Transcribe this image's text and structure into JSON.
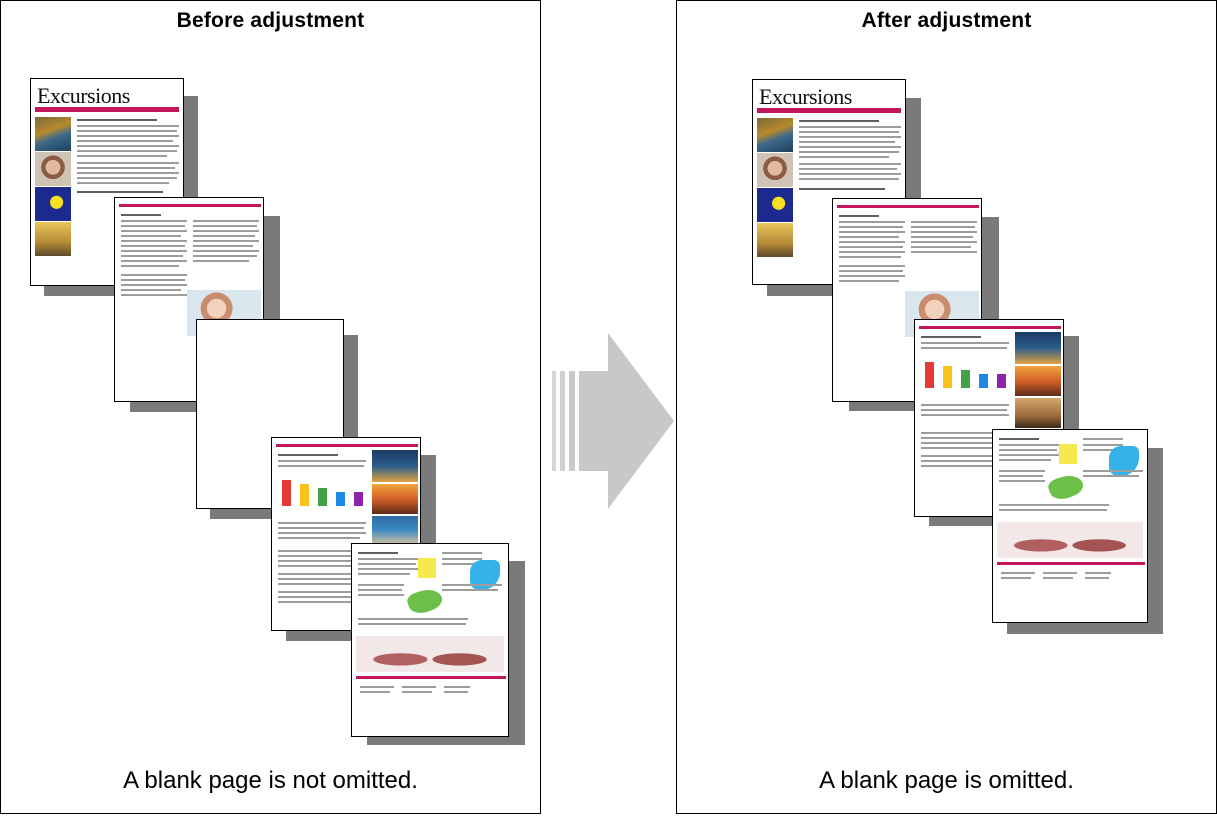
{
  "before": {
    "title": "Before adjustment",
    "caption": "A blank page is not omitted."
  },
  "after": {
    "title": "After adjustment",
    "caption": "A blank page is omitted."
  },
  "newsletter": {
    "masthead": "Excursions"
  },
  "colors": {
    "accent": "#c2185b",
    "shadow": "#7a7a7a",
    "arrow": "#cccccc",
    "chart_bars": [
      "#e53935",
      "#f9c21b",
      "#43a047",
      "#1e88e5",
      "#8e24aa"
    ]
  }
}
